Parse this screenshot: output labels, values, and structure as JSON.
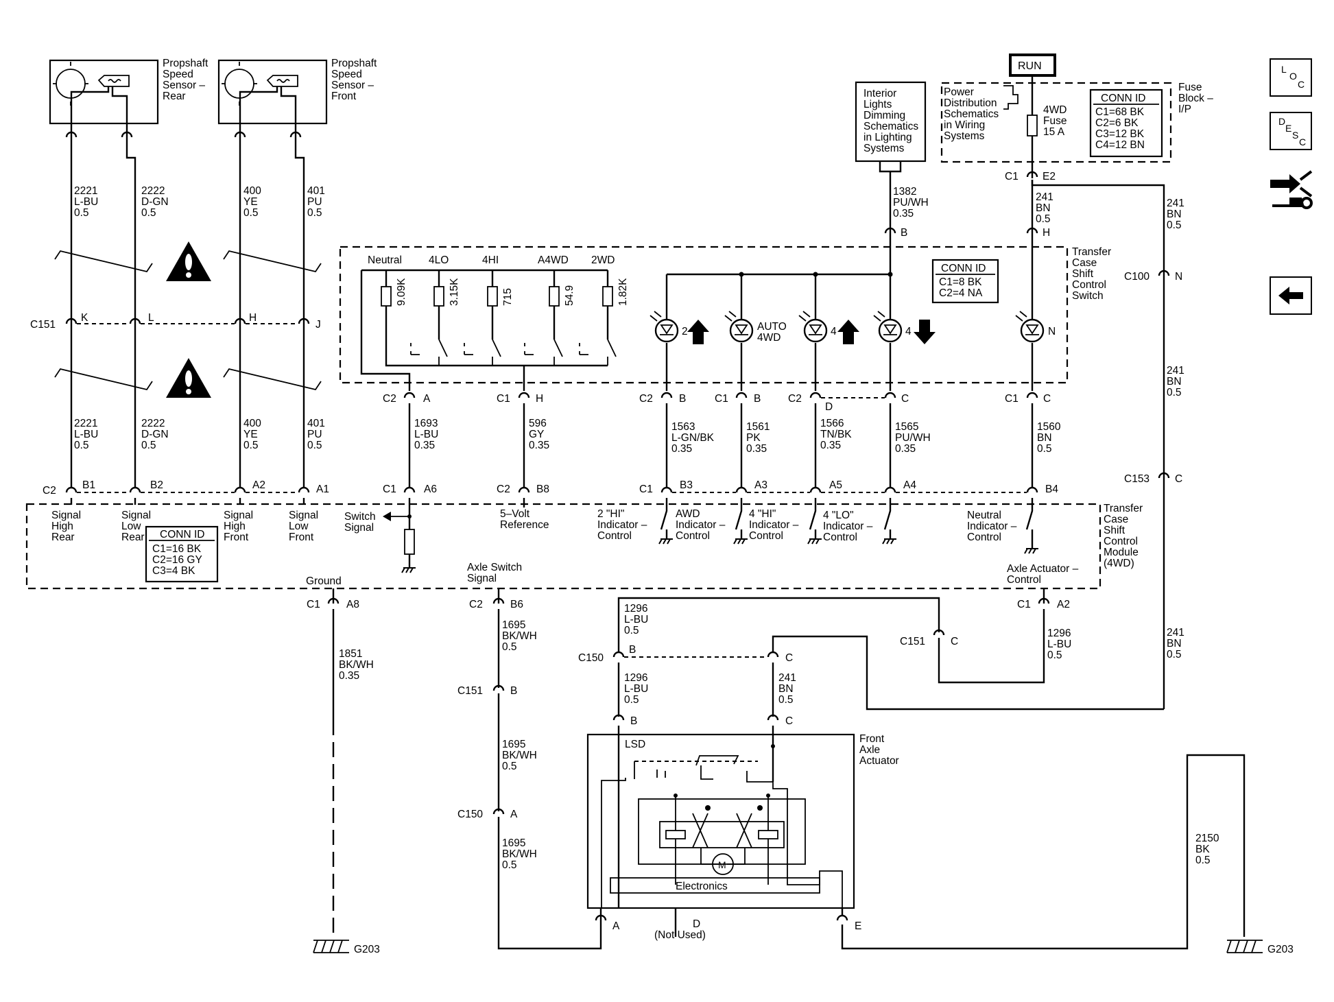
{
  "components": {
    "sensor_rear": [
      "Propshaft",
      "Speed",
      "Sensor –",
      "Rear"
    ],
    "sensor_front": [
      "Propshaft",
      "Speed",
      "Sensor –",
      "Front"
    ],
    "interior_lights": [
      "Interior",
      "Lights",
      "Dimming",
      "Schematics",
      "in Lighting",
      "Systems"
    ],
    "power_dist": [
      "Power",
      "Distribution",
      "Schematics",
      "in Wiring",
      "Systems"
    ],
    "run": "RUN",
    "fuse": [
      "4WD",
      "Fuse",
      "15 A"
    ],
    "fuse_block": [
      "Fuse",
      "Block –",
      "I/P"
    ],
    "fuse_conn": {
      "title": "CONN ID",
      "rows": [
        "C1=68 BK",
        "C2=6 BK",
        "C3=12 BK",
        "C4=12 BN"
      ]
    },
    "switch": [
      "Transfer",
      "Case",
      "Shift",
      "Control",
      "Switch"
    ],
    "switch_conn": {
      "title": "CONN ID",
      "rows": [
        "C1=8 BK",
        "C2=4 NA"
      ]
    },
    "module": [
      "Transfer",
      "Case",
      "Shift",
      "Control",
      "Module",
      "(4WD)"
    ],
    "module_conn": {
      "title": "CONN ID",
      "rows": [
        "C1=16 BK",
        "C2=16 GY",
        "C3=4 BK"
      ]
    },
    "actuator": [
      "Front",
      "Axle",
      "Actuator"
    ],
    "lsd": "LSD",
    "motor": "M",
    "electronics": "Electronics",
    "not_used": "(Not Used)"
  },
  "switch_positions": [
    "Neutral",
    "4LO",
    "4HI",
    "A4WD",
    "2WD"
  ],
  "resistors": [
    "9.09K",
    "3.15K",
    "715",
    "54.9",
    "1.82K"
  ],
  "indicators": {
    "i2": "2",
    "auto": [
      "AUTO",
      "4WD"
    ],
    "i4up": "4",
    "i4dn": "4",
    "n": "N"
  },
  "wires": {
    "w2221a": [
      "2221",
      "L-BU",
      "0.5"
    ],
    "w2222a": [
      "2222",
      "D-GN",
      "0.5"
    ],
    "w400a": [
      "400",
      "YE",
      "0.5"
    ],
    "w401a": [
      "401",
      "PU",
      "0.5"
    ],
    "w2221b": [
      "2221",
      "L-BU",
      "0.5"
    ],
    "w2222b": [
      "2222",
      "D-GN",
      "0.5"
    ],
    "w400b": [
      "400",
      "YE",
      "0.5"
    ],
    "w401b": [
      "401",
      "PU",
      "0.5"
    ],
    "w1382": [
      "1382",
      "PU/WH",
      "0.35"
    ],
    "w241a": [
      "241",
      "BN",
      "0.5"
    ],
    "w241b": [
      "241",
      "BN",
      "0.5"
    ],
    "w241c": [
      "241",
      "BN",
      "0.5"
    ],
    "w241d": [
      "241",
      "BN",
      "0.5"
    ],
    "w1693": [
      "1693",
      "L-BU",
      "0.35"
    ],
    "w596": [
      "596",
      "GY",
      "0.35"
    ],
    "w1563": [
      "1563",
      "L-GN/BK",
      "0.35"
    ],
    "w1561": [
      "1561",
      "PK",
      "0.35"
    ],
    "w1566": [
      "1566",
      "TN/BK",
      "0.35"
    ],
    "w1565": [
      "1565",
      "PU/WH",
      "0.35"
    ],
    "w1560": [
      "1560",
      "BN",
      "0.5"
    ],
    "w1851": [
      "1851",
      "BK/WH",
      "0.35"
    ],
    "w1695a": [
      "1695",
      "BK/WH",
      "0.5"
    ],
    "w1695b": [
      "1695",
      "BK/WH",
      "0.5"
    ],
    "w1695c": [
      "1695",
      "BK/WH",
      "0.5"
    ],
    "w1296a": [
      "1296",
      "L-BU",
      "0.5"
    ],
    "w1296b": [
      "1296",
      "L-BU",
      "0.5"
    ],
    "w1296c": [
      "1296",
      "L-BU",
      "0.5"
    ],
    "w241e": [
      "241",
      "BN",
      "0.5"
    ],
    "w2150": [
      "2150",
      "BK",
      "0.5"
    ]
  },
  "connectors": {
    "c151": "C151",
    "c151_k": "K",
    "c151_l": "L",
    "c151_h": "H",
    "c151_j": "J",
    "m_c2": "C2",
    "m_b1": "B1",
    "m_b2": "B2",
    "m_a2": "A2",
    "m_a1": "A1",
    "fb_c1": "C1",
    "fb_e2": "E2",
    "sw_b": "B",
    "sw_h": "H",
    "c100": "C100",
    "c100_n": "N",
    "c153": "C153",
    "c153_c": "C",
    "sw_c2a": "C2",
    "sw_a": "A",
    "sw_c1h": "C1",
    "sw_h2": "H",
    "sw_c2b": "C2",
    "sw_b2": "B",
    "sw_c1b": "C1",
    "sw_b3": "B",
    "sw_c2d": "C2",
    "sw_d": "D",
    "sw_c": "C",
    "sw_c1c": "C1",
    "sw_c2": "C",
    "m_c1a6": "C1",
    "m_a6": "A6",
    "m_c2b8": "C2",
    "m_b8": "B8",
    "m_c1b3": "C1",
    "m_b3": "B3",
    "m_a3": "A3",
    "m_a5": "A5",
    "m_a4": "A4",
    "m_b4": "B4",
    "m_c1a8": "C1",
    "m_a8": "A8",
    "m_c2b6": "C2",
    "m_b6": "B6",
    "m_c1a2": "C1",
    "m_a2b": "A2",
    "c151b": "C151",
    "c151b_c": "C",
    "c150": "C150",
    "c150_b": "B",
    "c150_c": "C",
    "act_b": "B",
    "act_c": "C",
    "c151c": "C151",
    "c151c_b": "B",
    "c150b": "C150",
    "c150b_a": "A",
    "act_a": "A",
    "act_d": "D",
    "act_e": "E",
    "g203a": "G203",
    "g203b": "G203"
  },
  "module_pins": {
    "sig_hr": [
      "Signal",
      "High",
      "Rear"
    ],
    "sig_lr": [
      "Signal",
      "Low",
      "Rear"
    ],
    "sig_hf": [
      "Signal",
      "High",
      "Front"
    ],
    "sig_lf": [
      "Signal",
      "Low",
      "Front"
    ],
    "switch_sig": [
      "Switch",
      "Signal"
    ],
    "ref5v": [
      "5–Volt",
      "Reference"
    ],
    "ind2hi": [
      "2 \"HI\"",
      "Indicator –",
      "Control"
    ],
    "indawd": [
      "AWD",
      "Indicator –",
      "Control"
    ],
    "ind4hi": [
      "4 \"HI\"",
      "Indicator –",
      "Control"
    ],
    "ind4lo": [
      "4 \"LO\"",
      "Indicator –",
      "Control"
    ],
    "indn": [
      "Neutral",
      "Indicator –",
      "Control"
    ],
    "ground": "Ground",
    "axle_sw": [
      "Axle Switch",
      "Signal"
    ],
    "axle_act": [
      "Axle Actuator –",
      "Control"
    ]
  },
  "nav": {
    "loc": [
      "L",
      "O",
      "C"
    ],
    "desc": [
      "D",
      "E",
      "S",
      "C"
    ]
  }
}
